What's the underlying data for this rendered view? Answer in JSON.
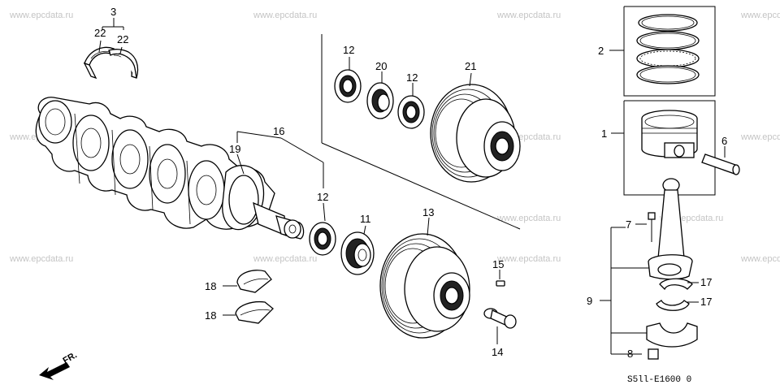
{
  "watermark": "www.epcdata.ru",
  "diagram_code": "S5ll-E1600 0",
  "front_label": "FR.",
  "callouts": {
    "c1": "1",
    "c2": "2",
    "c3": "3",
    "c6": "6",
    "c7": "7",
    "c8": "8",
    "c9": "9",
    "c11": "11",
    "c12a": "12",
    "c12b": "12",
    "c12c": "12",
    "c13": "13",
    "c14": "14",
    "c15": "15",
    "c16": "16",
    "c17a": "17",
    "c17b": "17",
    "c18a": "18",
    "c18b": "18",
    "c19": "19",
    "c20": "20",
    "c21": "21",
    "c22a": "22",
    "c22b": "22"
  }
}
